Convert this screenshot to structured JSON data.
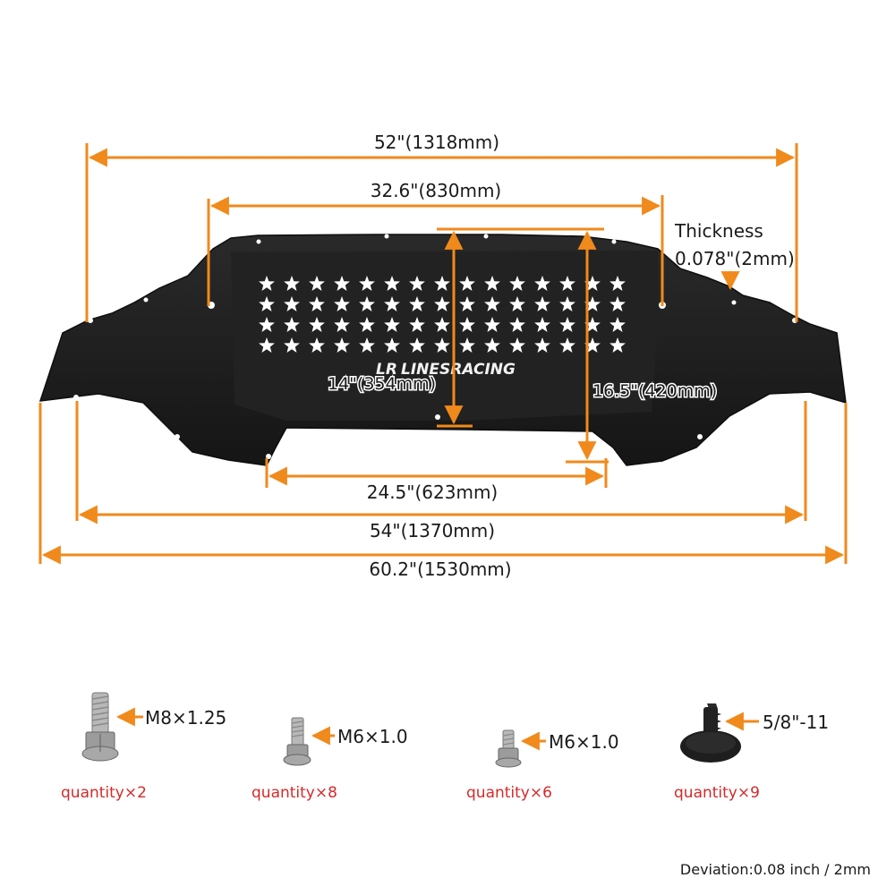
{
  "dimensions": {
    "overall_top": "52\"(1318mm)",
    "top_center": "32.6\"(830mm)",
    "thickness_label": "Thickness",
    "thickness_value": "0.078\"(2mm)",
    "center_height": "14\"(354mm)",
    "side_height": "16.5\"(420mm)",
    "center_cutout": "24.5\"(623mm)",
    "mount_width": "54\"(1370mm)",
    "overall_bottom": "60.2\"(1530mm)"
  },
  "brand": {
    "logo_text": "LINESRACING"
  },
  "hardware": [
    {
      "size": "M8×1.25",
      "quantity": "quantity×2"
    },
    {
      "size": "M6×1.0",
      "quantity": "quantity×8"
    },
    {
      "size": "M6×1.0",
      "quantity": "quantity×6"
    },
    {
      "size": "5/8\"-11",
      "quantity": "quantity×9"
    }
  ],
  "deviation": "Deviation:0.08 inch / 2mm",
  "colors": {
    "dimension_line": "#f08a1c",
    "quantity_text": "#d42a2a",
    "panel": "#1c1c1c"
  }
}
